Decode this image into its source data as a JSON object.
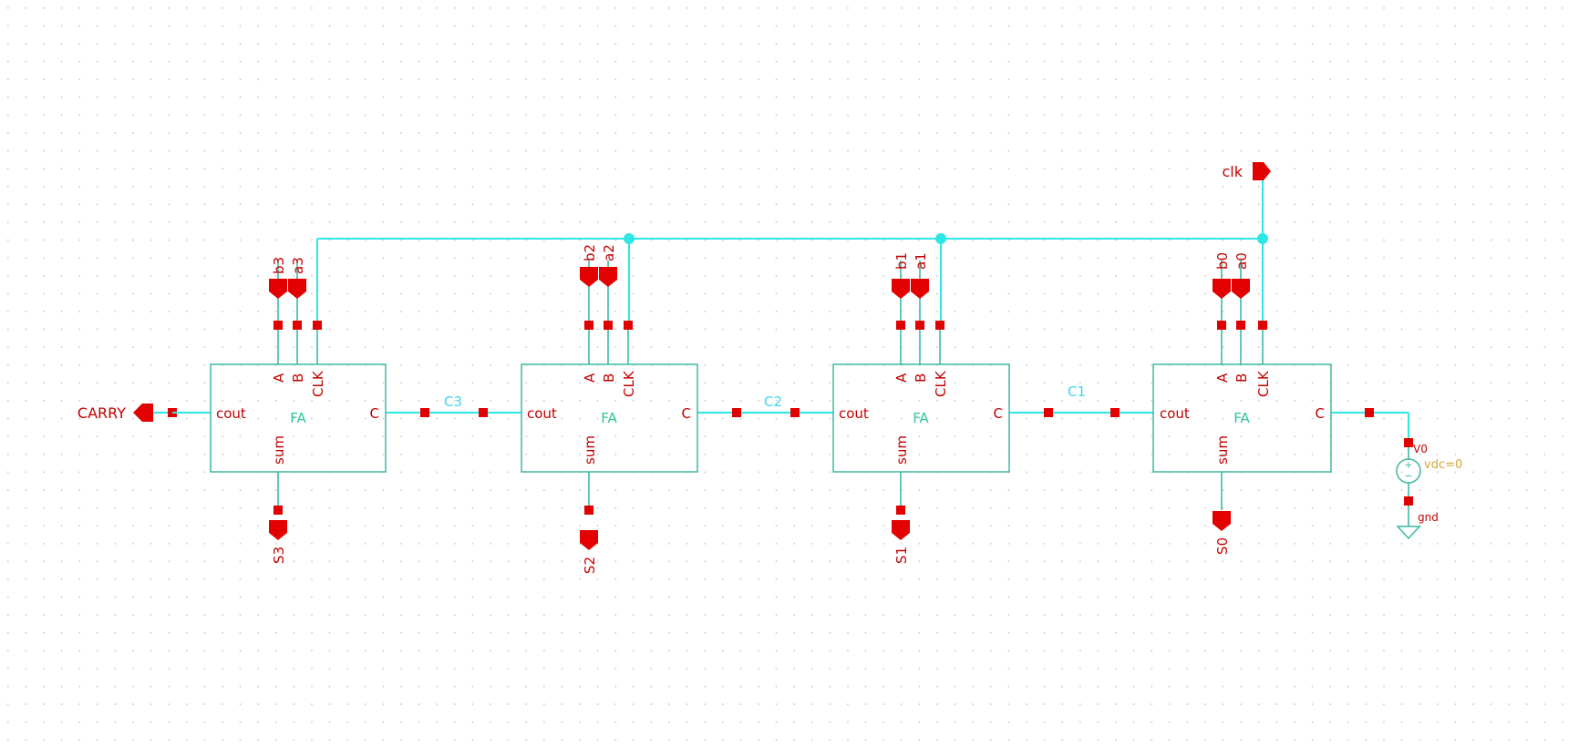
{
  "schematic": {
    "cell_name": "FA",
    "adders": [
      {
        "pins": {
          "a": "A",
          "b": "B",
          "clk": "CLK",
          "cout": "cout",
          "c": "C",
          "sum": "sum"
        },
        "in_b": "b3",
        "in_a": "a3",
        "sum_out": "S3"
      },
      {
        "pins": {
          "a": "A",
          "b": "B",
          "clk": "CLK",
          "cout": "cout",
          "c": "C",
          "sum": "sum"
        },
        "in_b": "b2",
        "in_a": "a2",
        "sum_out": "S2"
      },
      {
        "pins": {
          "a": "A",
          "b": "B",
          "clk": "CLK",
          "cout": "cout",
          "c": "C",
          "sum": "sum"
        },
        "in_b": "b1",
        "in_a": "a1",
        "sum_out": "S1"
      },
      {
        "pins": {
          "a": "A",
          "b": "B",
          "clk": "CLK",
          "cout": "cout",
          "c": "C",
          "sum": "sum"
        },
        "in_b": "b0",
        "in_a": "a0",
        "sum_out": "S0"
      }
    ],
    "nets": [
      "C3",
      "C2",
      "C1"
    ],
    "carry_out": "CARRY",
    "clk_in": "clk",
    "source": {
      "name": "V0",
      "param": "vdc=0",
      "ground": "gnd"
    }
  },
  "colors": {
    "wire": "#2ee6e6",
    "instance_body": "#3fb9a0",
    "pin": "#e00000",
    "label": "#c40000",
    "param": "#d8a43c"
  }
}
